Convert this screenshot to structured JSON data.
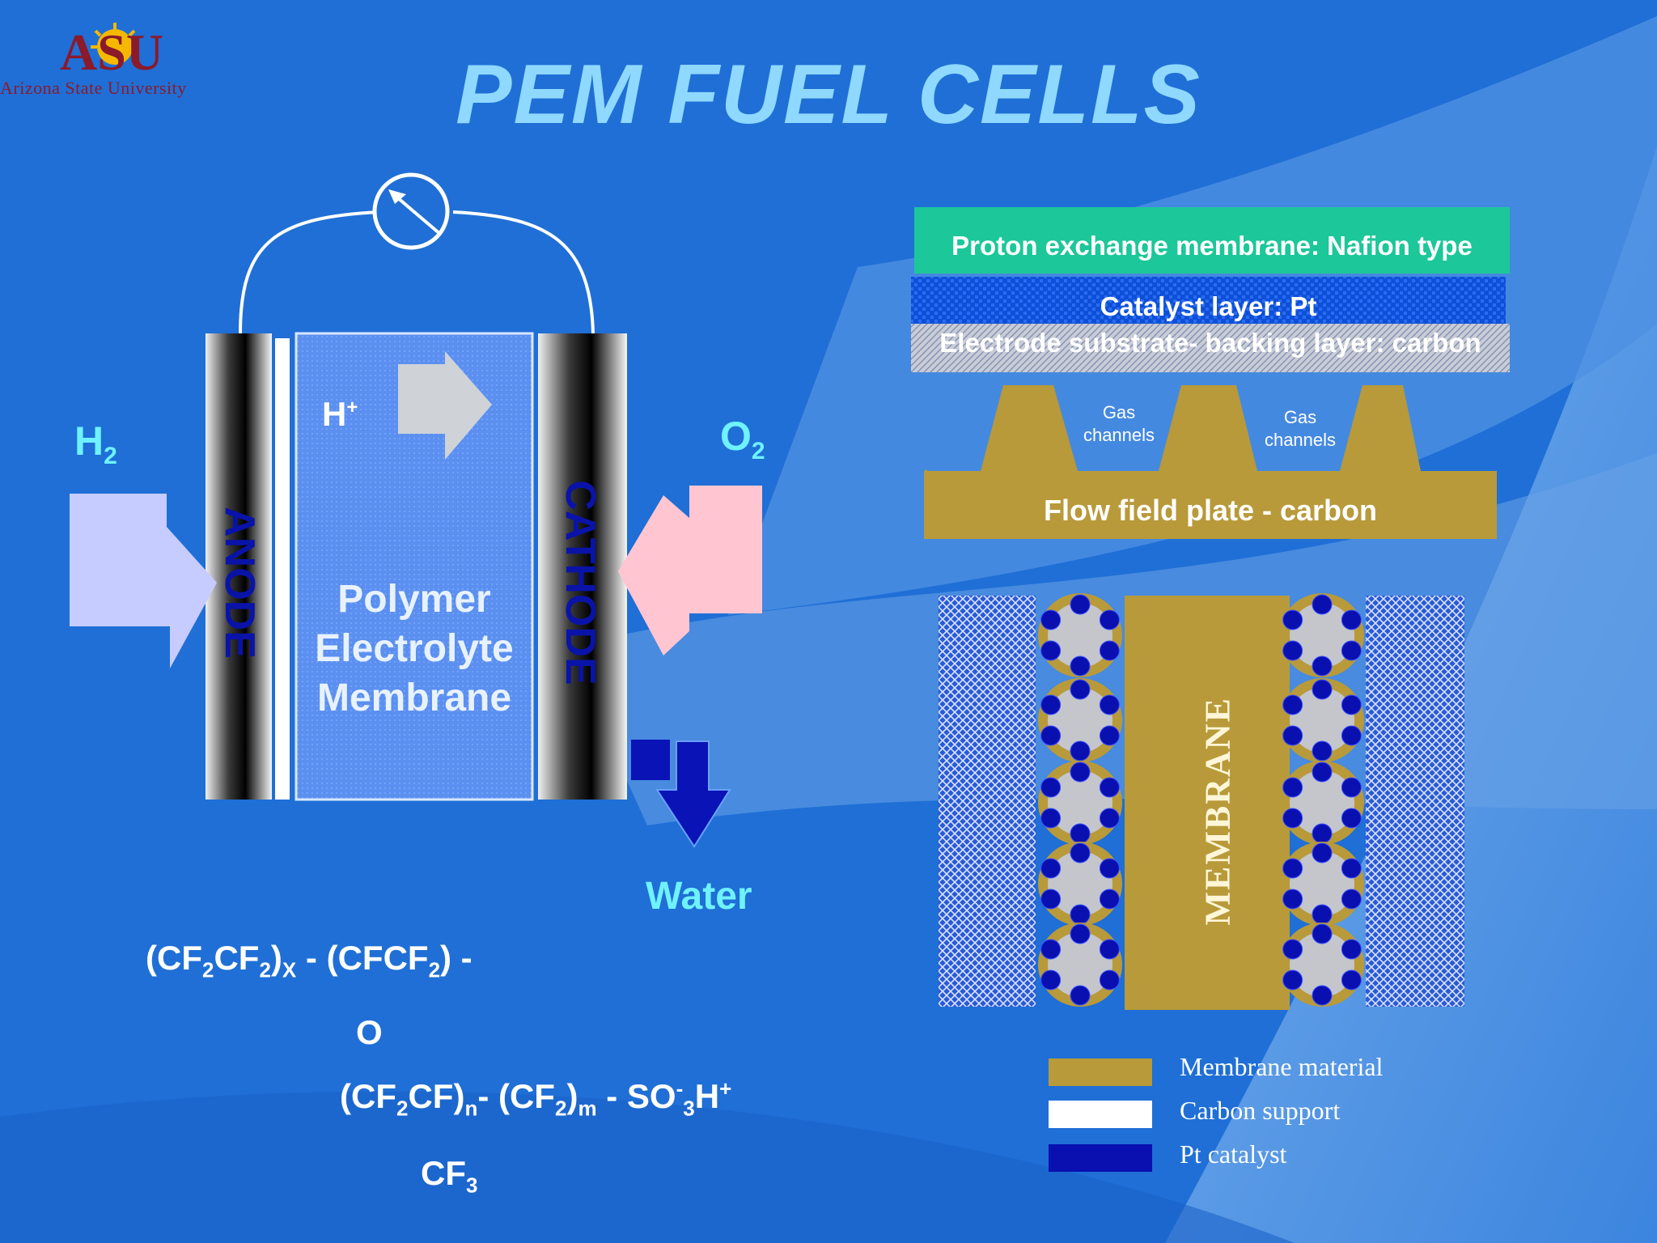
{
  "title": "PEM FUEL CELLS",
  "logo": {
    "mark": "ASU",
    "name": "Arizona State University"
  },
  "cell": {
    "h2_label": "H",
    "h2_sub": "2",
    "o2_label": "O",
    "o2_sub": "2",
    "hplus_label": "H",
    "hplus_sup": "+",
    "anode_label": "ANODE",
    "cathode_label": "CATHODE",
    "membrane_line1": "Polymer",
    "membrane_line2": "Electrolyte",
    "membrane_line3": "Membrane",
    "water_label": "Water"
  },
  "formula": {
    "line1": [
      "(CF",
      "2",
      "CF",
      "2",
      ")",
      "X",
      " - (CFCF",
      "2",
      ") -"
    ],
    "o_label": "O",
    "line3": [
      "(CF",
      "2",
      "CF)",
      "n",
      "- (CF",
      "2",
      ")",
      "m",
      " - SO",
      "-",
      "3",
      "H",
      "+"
    ],
    "cf3": [
      "CF",
      "3"
    ]
  },
  "layers": {
    "pem": "Proton exchange membrane: Nafion type",
    "catalyst": "Catalyst layer: Pt",
    "substrate": "Electrode substrate- backing layer: carbon",
    "gas1": "Gas channels",
    "gas2": "Gas channels",
    "flow_plate": "Flow field plate - carbon"
  },
  "mea": {
    "membrane_label": "MEMBRANE"
  },
  "legend": [
    {
      "label": "Membrane material",
      "color": "#b89a3a"
    },
    {
      "label": "Carbon support",
      "color": "#ffffff"
    },
    {
      "label": "Pt catalyst",
      "color": "#0a10b0"
    }
  ],
  "colors": {
    "background": "#1f6fd6",
    "title": "#8fd8ff",
    "membrane_gold": "#b89a3a",
    "pem_band": "#1cc79a",
    "catalyst_blue": "#0a10b0"
  }
}
